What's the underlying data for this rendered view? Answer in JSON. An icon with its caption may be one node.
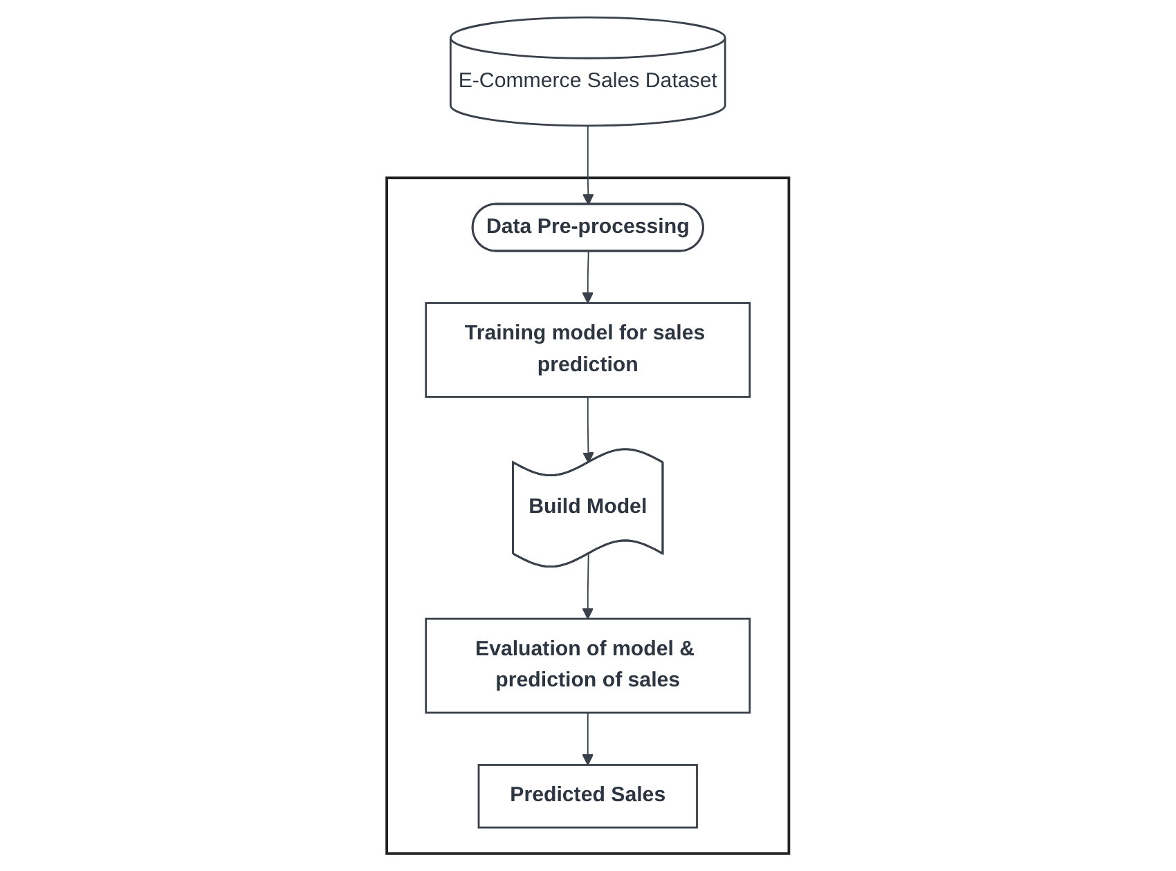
{
  "diagram": {
    "nodes": [
      {
        "text": [
          "E-Commerce Sales Dataset"
        ]
      },
      {
        "text": [],
        "shape": "box"
      },
      {
        "text": [
          "Data Pre-processing"
        ],
        "in": 1
      },
      {
        "text": [
          "Training model for sales prediction"
        ],
        "in": 1
      },
      {
        "text": [
          "Build Model"
        ],
        "in": 1
      },
      {
        "text": [
          "Evaluation of model & prediction of sales"
        ],
        "in": 1
      },
      {
        "text": [
          "Predicted Sales"
        ],
        "in": 1
      }
    ],
    "edges": [
      {
        "from": 0,
        "to": 2,
        "arrow": "to"
      },
      {
        "from": 2,
        "to": 3,
        "arrow": "to"
      },
      {
        "from": 3,
        "to": 4,
        "arrow": "to"
      },
      {
        "from": 4,
        "to": 5,
        "arrow": "to"
      },
      {
        "from": 5,
        "to": 6,
        "arrow": "to"
      }
    ]
  }
}
